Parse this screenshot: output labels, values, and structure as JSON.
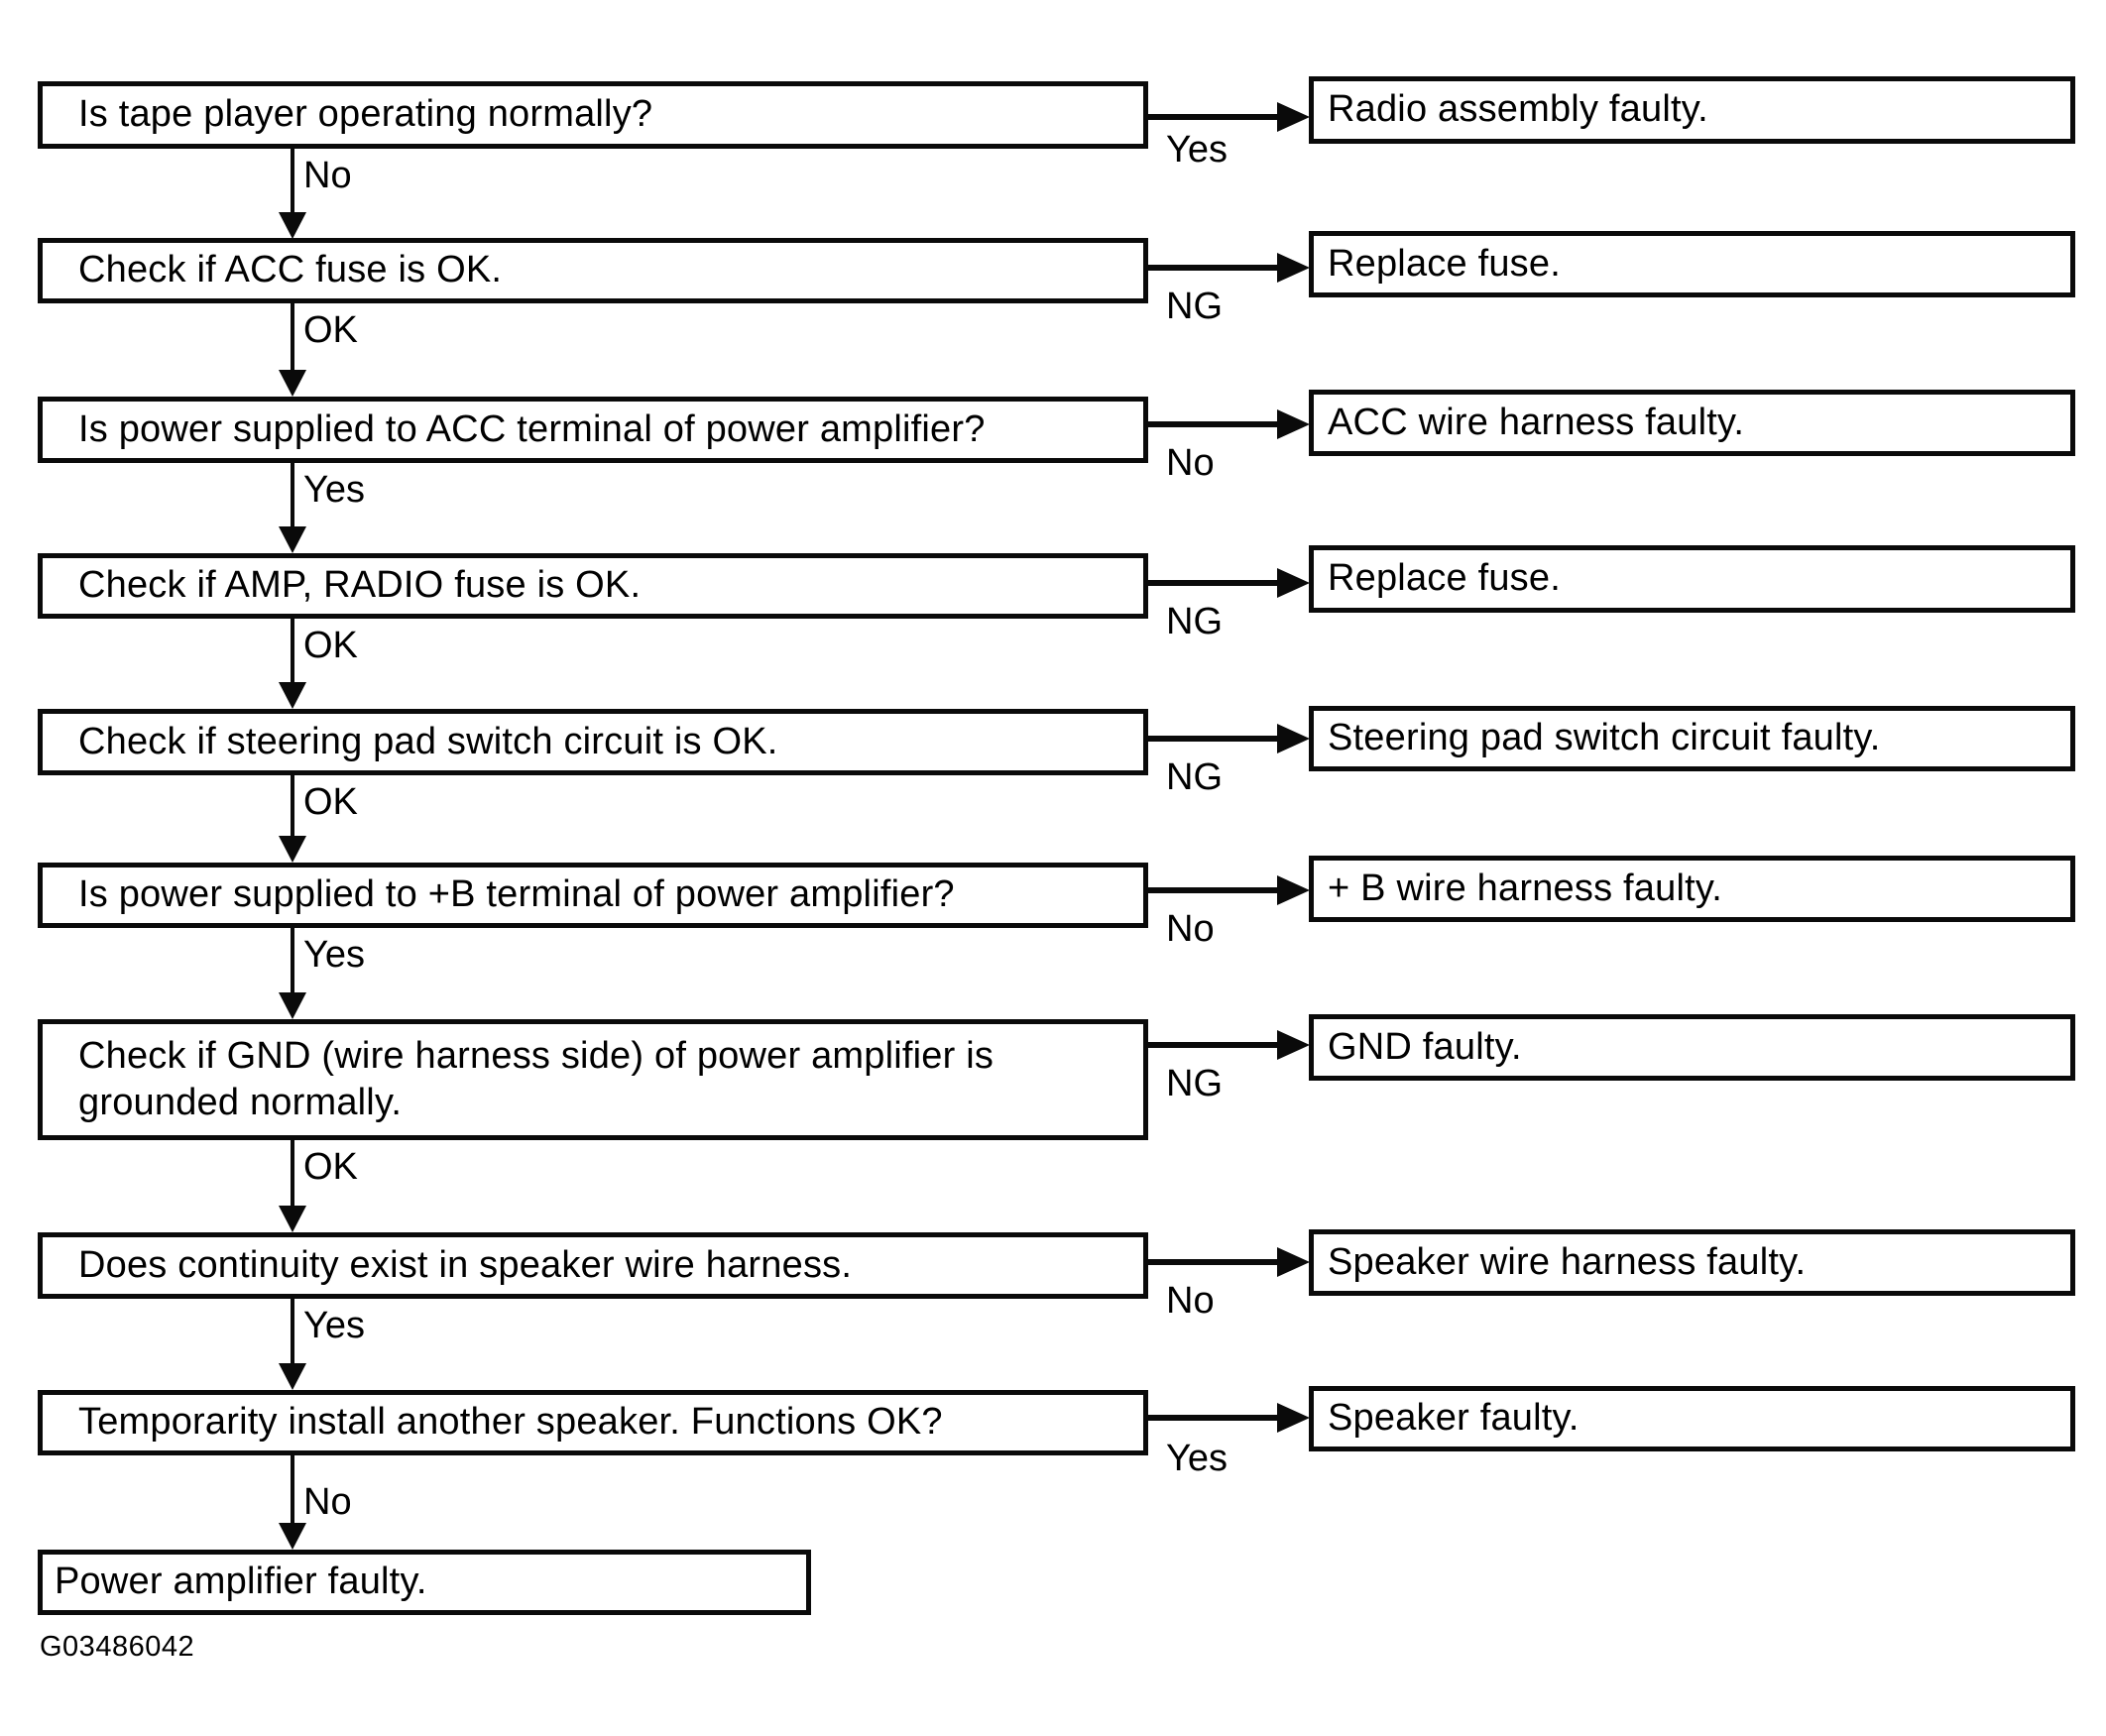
{
  "page": {
    "colors": {
      "ink": "#0a0a0a",
      "paper": "#ffffff"
    },
    "figure_code": "G03486042"
  },
  "flow": {
    "steps": [
      {
        "question": "Is tape player operating normally?",
        "side_label": "Yes",
        "side_result": "Radio assembly faulty.",
        "down_label": "No"
      },
      {
        "question": "Check if ACC fuse is OK.",
        "side_label": "NG",
        "side_result": "Replace fuse.",
        "down_label": "OK"
      },
      {
        "question": "Is power supplied to ACC terminal of power amplifier?",
        "side_label": "No",
        "side_result": "ACC wire harness faulty.",
        "down_label": "Yes"
      },
      {
        "question": "Check if AMP, RADIO fuse is OK.",
        "side_label": "NG",
        "side_result": "Replace fuse.",
        "down_label": "OK"
      },
      {
        "question": "Check if steering pad switch circuit is OK.",
        "side_label": "NG",
        "side_result": "Steering pad switch circuit faulty.",
        "down_label": "OK"
      },
      {
        "question": "Is power supplied to +B terminal of power amplifier?",
        "side_label": "No",
        "side_result": "+ B wire harness faulty.",
        "down_label": "Yes"
      },
      {
        "question": "Check if GND (wire harness side) of power amplifier is grounded normally.",
        "side_label": "NG",
        "side_result": "GND faulty.",
        "down_label": "OK"
      },
      {
        "question": "Does continuity exist in speaker wire harness.",
        "side_label": "No",
        "side_result": "Speaker wire harness faulty.",
        "down_label": "Yes"
      },
      {
        "question": "Temporarity install another speaker. Functions OK?",
        "side_label": "Yes",
        "side_result": "Speaker faulty.",
        "down_label": "No"
      }
    ],
    "terminal": "Power amplifier faulty."
  }
}
